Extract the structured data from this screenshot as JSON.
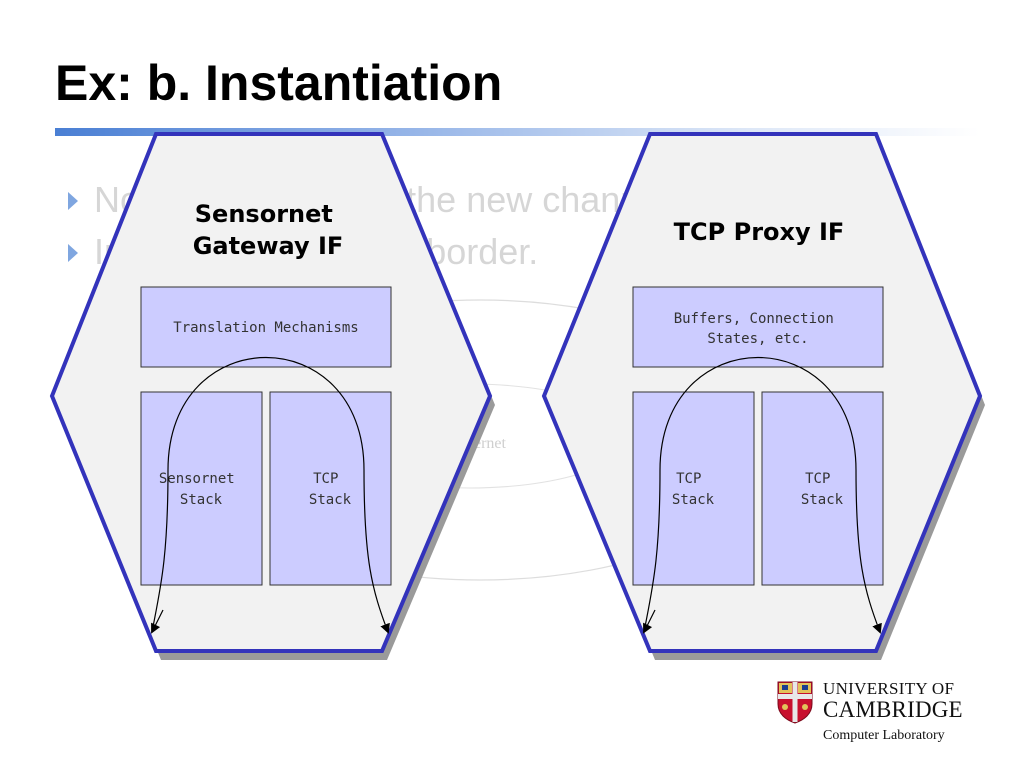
{
  "slide": {
    "title": "Ex: b. Instantiation",
    "bullets": [
      "Now we instantiate the new channel context.",
      "Instantiation at each border."
    ]
  },
  "diagram": {
    "cloud_label": "IP4 Internet",
    "left_interface": {
      "title_lines": [
        "Sensornet",
        "Gateway IF"
      ],
      "top_box_lines": [
        "Translation Mechanisms"
      ],
      "stack_left_lines": [
        "Sensornet",
        "Stack"
      ],
      "stack_right_lines": [
        "TCP",
        "Stack"
      ]
    },
    "right_interface": {
      "title_lines": [
        "TCP Proxy IF"
      ],
      "top_box_lines": [
        "Buffers, Connection",
        "States, etc."
      ],
      "stack_left_lines": [
        "TCP",
        "Stack"
      ],
      "stack_right_lines": [
        "TCP",
        "Stack"
      ]
    }
  },
  "logo": {
    "line1": "UNIVERSITY OF",
    "line2": "CAMBRIDGE",
    "line3": "Computer Laboratory"
  },
  "colors": {
    "hexagon_border": "#3333bb",
    "hexagon_fill": "#f2f2f2",
    "box_fill": "#ccccff",
    "title_rule": "#4a7fd4",
    "bullet_text": "#d6d6d6",
    "bullet_icon": "#7fa6e0"
  }
}
